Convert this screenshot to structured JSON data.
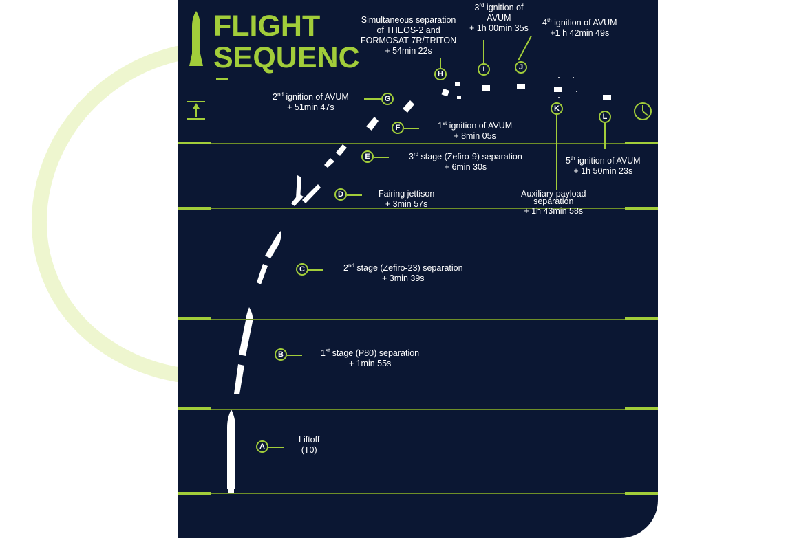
{
  "title": {
    "line1": "FLIGHT",
    "line2": "SEQUENC"
  },
  "colors": {
    "panel": "#0b1733",
    "accent": "#a2cd3a",
    "text": "#ffffff",
    "arc": "#eef6cf"
  },
  "icons": {
    "altitude": "altitude-arrow-icon",
    "time": "clock-icon",
    "rocket": "rocket-icon"
  },
  "events": [
    {
      "id": "A",
      "name": "Liftoff",
      "time": "(T0)"
    },
    {
      "id": "B",
      "name": "1st stage (P80) separation",
      "ord": "1",
      "sup": "st",
      "rest": " stage (P80) separation",
      "time": "+ 1min 55s"
    },
    {
      "id": "C",
      "ord": "2",
      "sup": "nd",
      "rest": " stage (Zefiro-23) separation",
      "time": "+ 3min 39s"
    },
    {
      "id": "D",
      "name": "Fairing jettison",
      "time": "+ 3min 57s"
    },
    {
      "id": "E",
      "ord": "3",
      "sup": "rd",
      "rest": " stage (Zefiro-9) separation",
      "time": "+ 6min 30s"
    },
    {
      "id": "F",
      "ord": "1",
      "sup": "st",
      "rest": " ignition of AVUM",
      "time": "+ 8min 05s"
    },
    {
      "id": "G",
      "ord": "2",
      "sup": "nd",
      "rest": " ignition of AVUM",
      "time": "+ 51min 47s"
    },
    {
      "id": "H",
      "line1": "Simultaneous separation",
      "line2": "of THEOS-2 and",
      "line3": "FORMOSAT-7R/TRITON",
      "time": "+ 54min 22s"
    },
    {
      "id": "I",
      "ord": "3",
      "sup": "rd",
      "rest": " ignition of",
      "line2": "AVUM",
      "time": "+ 1h 00min 35s"
    },
    {
      "id": "J",
      "ord": "4",
      "sup": "th",
      "rest": " ignition of AVUM",
      "time": "+1 h 42min 49s"
    },
    {
      "id": "K",
      "line1": "Auxiliary payload",
      "line2": "separation",
      "time": "+ 1h 43min 58s"
    },
    {
      "id": "L",
      "ord": "5",
      "sup": "th",
      "rest": " ignition of AVUM",
      "time": "+ 1h 50min 23s"
    }
  ]
}
